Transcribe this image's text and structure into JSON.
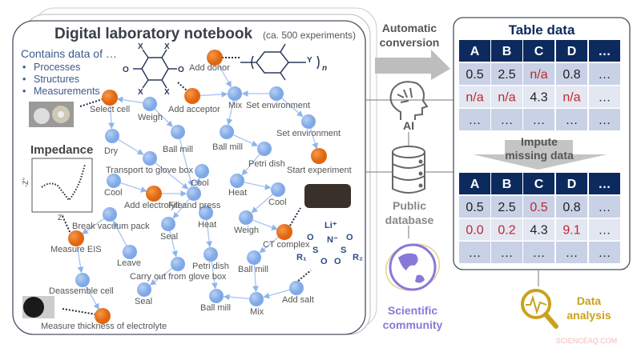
{
  "notebook": {
    "title": "Digital laboratory notebook",
    "subtitle": "(ca. 500 experiments)",
    "contains": "Contains data of …",
    "bullets": [
      "Processes",
      "Structures",
      "Measurements"
    ],
    "impedance_title": "Impedance",
    "axis_y": "-Z''",
    "axis_x": "Z'",
    "chem_x": "X",
    "chem_o": "O",
    "chem_y": "Y",
    "chem_n": "n",
    "salt": {
      "li": "Li⁺",
      "n": "N⁻",
      "s": "S",
      "o": "O",
      "r1": "R₁",
      "r2": "R₂"
    },
    "nodes": [
      {
        "label": "Add donor",
        "type": "orange"
      },
      {
        "label": "Select cell",
        "type": "orange"
      },
      {
        "label": "Weigh",
        "type": "blue"
      },
      {
        "label": "Add acceptor",
        "type": "orange"
      },
      {
        "label": "Mix",
        "type": "blue"
      },
      {
        "label": "Set environment",
        "type": "blue"
      },
      {
        "label": "Set environment",
        "type": "blue"
      },
      {
        "label": "Dry",
        "type": "blue"
      },
      {
        "label": "Ball mill",
        "type": "blue"
      },
      {
        "label": "Ball mill",
        "type": "blue"
      },
      {
        "label": "Petri dish",
        "type": "blue"
      },
      {
        "label": "Start experiment",
        "type": "orange"
      },
      {
        "label": "Transport to glove box",
        "type": "blue"
      },
      {
        "label": "Cool",
        "type": "blue"
      },
      {
        "label": "Cool",
        "type": "blue"
      },
      {
        "label": "Add electrolyte",
        "type": "orange"
      },
      {
        "label": "Fill and press",
        "type": "blue"
      },
      {
        "label": "Heat",
        "type": "blue"
      },
      {
        "label": "Cool",
        "type": "blue"
      },
      {
        "label": "Weigh",
        "type": "blue"
      },
      {
        "label": "CT complex",
        "type": "orange"
      },
      {
        "label": "Heat",
        "type": "blue"
      },
      {
        "label": "Seal",
        "type": "blue"
      },
      {
        "label": "Break vacuum pack",
        "type": "blue"
      },
      {
        "label": "Measure EIS",
        "type": "orange"
      },
      {
        "label": "Leave",
        "type": "blue"
      },
      {
        "label": "Carry out from glove box",
        "type": "blue"
      },
      {
        "label": "Petri dish",
        "type": "blue"
      },
      {
        "label": "Ball mill",
        "type": "blue"
      },
      {
        "label": "Deassemble cell",
        "type": "blue"
      },
      {
        "label": "Seal",
        "type": "blue"
      },
      {
        "label": "Ball mill",
        "type": "blue"
      },
      {
        "label": "Mix",
        "type": "blue"
      },
      {
        "label": "Add salt",
        "type": "blue"
      },
      {
        "label": "Measure thickness of electrolyte",
        "type": "orange"
      }
    ]
  },
  "middle": {
    "conversion": [
      "Automatic",
      "conversion"
    ],
    "ai": "AI",
    "database": [
      "Public",
      "database"
    ],
    "community": [
      "Scientific",
      "community"
    ],
    "icons": [
      "ai-head-icon",
      "database-icon",
      "globe-icon"
    ]
  },
  "table_panel": {
    "title": "Table data",
    "headers": [
      "A",
      "B",
      "C",
      "D",
      "…"
    ],
    "before": [
      [
        "0.5",
        "2.5",
        "n/a",
        "0.8",
        "…"
      ],
      [
        "n/a",
        "n/a",
        "4.3",
        "n/a",
        "…"
      ],
      [
        "…",
        "…",
        "…",
        "…",
        "…"
      ]
    ],
    "impute": [
      "Impute",
      "missing data"
    ],
    "after": [
      [
        "0.5",
        "2.5",
        "0.5",
        "0.8",
        "…"
      ],
      [
        "0.0",
        "0.2",
        "4.3",
        "9.1",
        "…"
      ],
      [
        "…",
        "…",
        "…",
        "…",
        "…"
      ]
    ],
    "highlight_before": [
      [
        false,
        false,
        true,
        false,
        false
      ],
      [
        true,
        true,
        false,
        true,
        false
      ],
      [
        false,
        false,
        false,
        false,
        false
      ]
    ],
    "highlight_after": [
      [
        false,
        false,
        true,
        false,
        false
      ],
      [
        true,
        true,
        false,
        true,
        false
      ],
      [
        false,
        false,
        false,
        false,
        false
      ]
    ]
  },
  "analysis": {
    "label": [
      "Data",
      "analysis"
    ],
    "icon": "magnifier-chart-icon"
  },
  "watermark": "SCIENCEAQ.COM",
  "colors": {
    "header": "#0d2a5e",
    "missing": "#c0282d",
    "orange": "#e8721c",
    "blue": "#8fb5ec",
    "row_dark": "#c9d1e6",
    "row_light": "#e3e7f1",
    "gold": "#c9a21c",
    "purple": "#8a78d8"
  }
}
